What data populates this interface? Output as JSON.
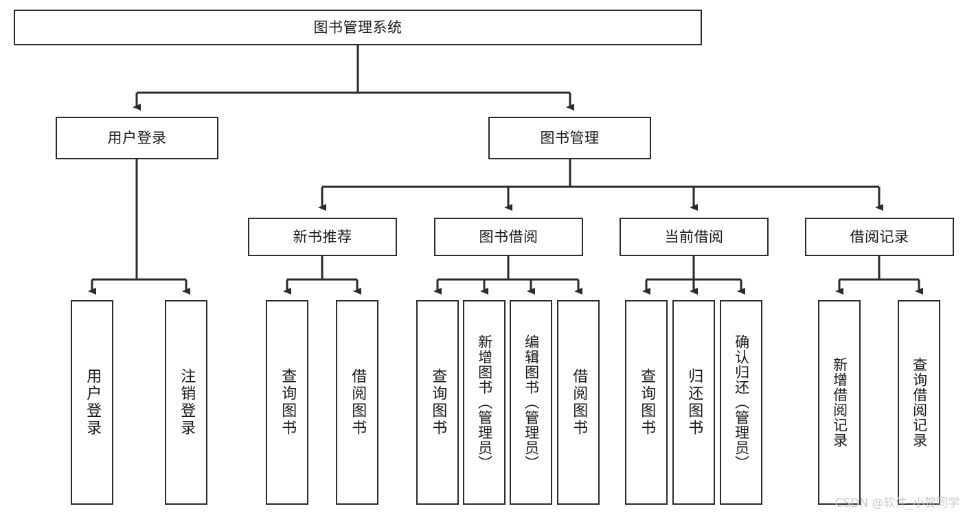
{
  "diagram": {
    "title": "图书管理系统",
    "watermark": "CSDN @软件_小贺同学",
    "colors": {
      "stroke": "#2b2b2b",
      "background": "#ffffff",
      "text": "#1a1a1a",
      "watermark": "#c9c9c9"
    },
    "root": {
      "label": "图书管理系统"
    },
    "level2": [
      {
        "label": "用户登录"
      },
      {
        "label": "图书管理"
      }
    ],
    "level3": [
      {
        "label": "新书推荐"
      },
      {
        "label": "图书借阅"
      },
      {
        "label": "当前借阅"
      },
      {
        "label": "借阅记录"
      }
    ],
    "leaves": {
      "user_login": [
        {
          "label": "用户登录"
        },
        {
          "label": "注销登录"
        }
      ],
      "new_book": [
        {
          "label": "查询图书"
        },
        {
          "label": "借阅图书"
        }
      ],
      "book_borrow": [
        {
          "label": "查询图书"
        },
        {
          "label": "新增图书（管理员）"
        },
        {
          "label": "编辑图书（管理员）"
        },
        {
          "label": "借阅图书"
        }
      ],
      "current_borrow": [
        {
          "label": "查询图书"
        },
        {
          "label": "归还图书"
        },
        {
          "label": "确认归还（管理员）"
        }
      ],
      "borrow_record": [
        {
          "label": "新增借阅记录"
        },
        {
          "label": "查询借阅记录"
        }
      ]
    }
  }
}
